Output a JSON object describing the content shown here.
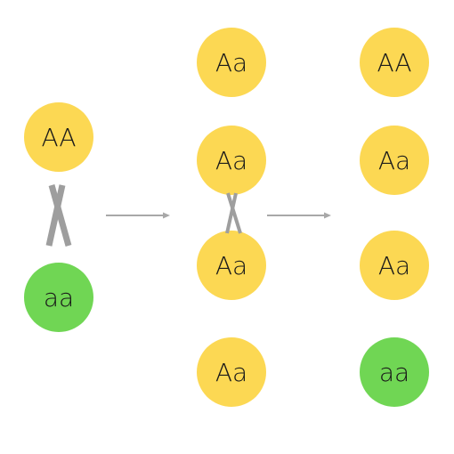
{
  "parents": {
    "top": {
      "label": "AA",
      "color": "#fcd853"
    },
    "bottom": {
      "label": "aa",
      "color": "#70d654"
    }
  },
  "first_generation": [
    {
      "label": "Aa",
      "color": "#fcd853"
    },
    {
      "label": "Aa",
      "color": "#fcd853"
    },
    {
      "label": "Aa",
      "color": "#fcd853"
    },
    {
      "label": "Aa",
      "color": "#fcd853"
    }
  ],
  "second_generation": [
    {
      "label": "AA",
      "color": "#fcd853"
    },
    {
      "label": "Aa",
      "color": "#fcd853"
    },
    {
      "label": "Aa",
      "color": "#fcd853"
    },
    {
      "label": "aa",
      "color": "#70d654"
    }
  ],
  "colors": {
    "dominant": "#fcd853",
    "recessive": "#70d654",
    "cross_symbol": "#9e9e9e",
    "arrow": "#a8a8a8"
  },
  "icons": {
    "cross": "cross-icon",
    "arrow": "arrow-right-icon"
  }
}
